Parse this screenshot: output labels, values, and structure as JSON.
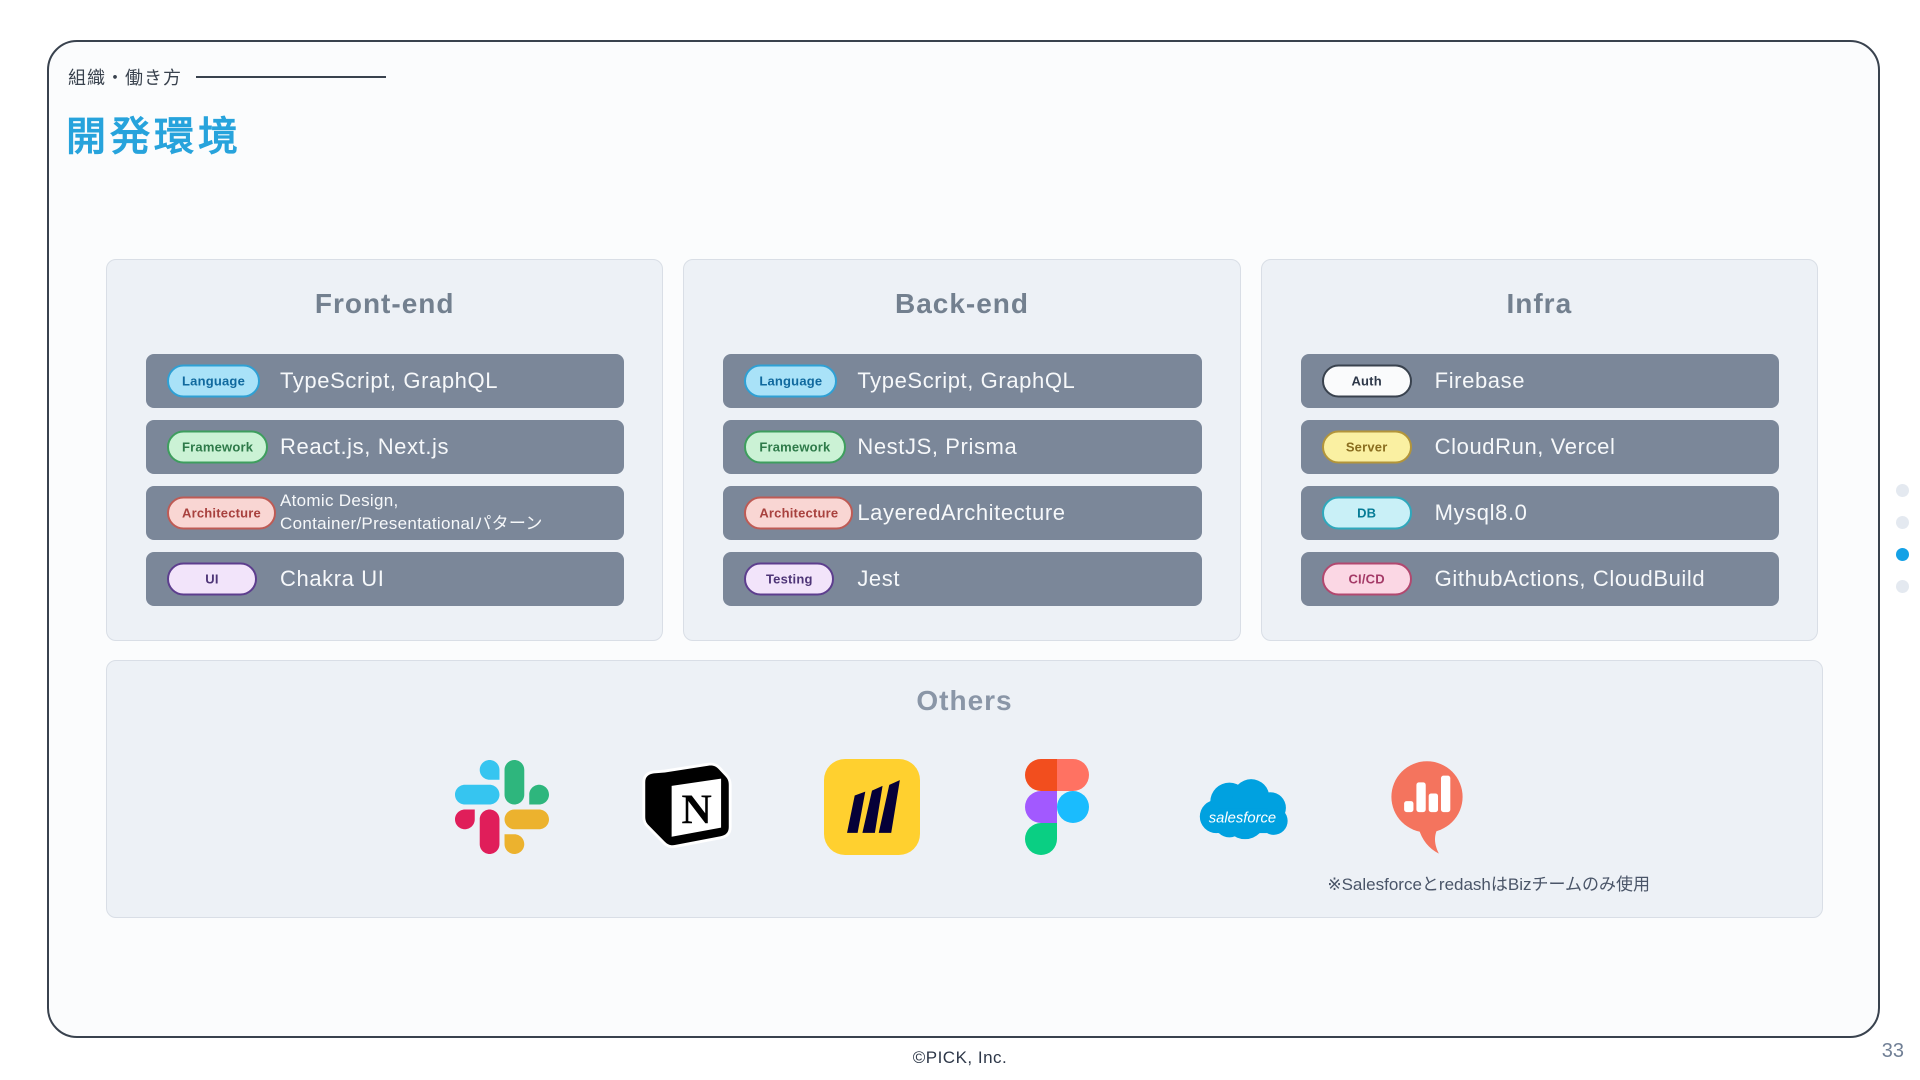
{
  "header": {
    "eyebrow": "組織・働き方",
    "title": "開発環境",
    "title_color": "#27A3DC"
  },
  "cards": [
    {
      "title": "Front-end",
      "rows": [
        {
          "badge": "Language",
          "type": "language",
          "lines": [
            "TypeScript, GraphQL"
          ]
        },
        {
          "badge": "Framework",
          "type": "framework",
          "lines": [
            "React.js, Next.js"
          ]
        },
        {
          "badge": "Architecture",
          "type": "architecture",
          "lines": [
            "Atomic Design,",
            "Container/Presentationalパターン"
          ]
        },
        {
          "badge": "UI",
          "type": "ui",
          "lines": [
            "Chakra UI"
          ]
        }
      ]
    },
    {
      "title": "Back-end",
      "rows": [
        {
          "badge": "Language",
          "type": "language",
          "lines": [
            "TypeScript, GraphQL"
          ]
        },
        {
          "badge": "Framework",
          "type": "framework",
          "lines": [
            "NestJS, Prisma"
          ]
        },
        {
          "badge": "Architecture",
          "type": "architecture",
          "lines": [
            "LayeredArchitecture"
          ]
        },
        {
          "badge": "Testing",
          "type": "testing",
          "lines": [
            "Jest"
          ]
        }
      ]
    },
    {
      "title": "Infra",
      "rows": [
        {
          "badge": "Auth",
          "type": "auth",
          "lines": [
            "Firebase"
          ]
        },
        {
          "badge": "Server",
          "type": "server",
          "lines": [
            "CloudRun, Vercel"
          ]
        },
        {
          "badge": "DB",
          "type": "db",
          "lines": [
            "Mysql8.0"
          ]
        },
        {
          "badge": "CI/CD",
          "type": "cicd",
          "lines": [
            "GithubActions, CloudBuild"
          ]
        }
      ]
    }
  ],
  "badge_styles": {
    "language": {
      "bg": "#A9E2F8",
      "border": "#2FA0D4",
      "text": "#10699E"
    },
    "framework": {
      "bg": "#CBF2D5",
      "border": "#3E9E5E",
      "text": "#2E7A49"
    },
    "architecture": {
      "bg": "#F9D6D3",
      "border": "#BE5B55",
      "text": "#A8413E"
    },
    "ui": {
      "bg": "#F2E4FA",
      "border": "#5D3E8E",
      "text": "#4E3577"
    },
    "testing": {
      "bg": "#F2E4FA",
      "border": "#5D3E8E",
      "text": "#4E3577"
    },
    "auth": {
      "bg": "#FAFBFC",
      "border": "#39424E",
      "text": "#2D3748"
    },
    "server": {
      "bg": "#FAF0A2",
      "border": "#B3953A",
      "text": "#8A6D1E"
    },
    "db": {
      "bg": "#C9F0F7",
      "border": "#2FA8BC",
      "text": "#067C96"
    },
    "cicd": {
      "bg": "#FBD7E4",
      "border": "#B2486F",
      "text": "#A43A67"
    }
  },
  "others": {
    "title": "Others",
    "note": "※SalesforceとredashはBizチームのみ使用",
    "logos": [
      {
        "name": "slack",
        "colors": {
          "blue": "#36C5F0",
          "green": "#2EB67D",
          "red": "#E01E5A",
          "yellow": "#ECB22E"
        }
      },
      {
        "name": "notion",
        "colors": {
          "ink": "#000000",
          "face": "#FFFFFF"
        }
      },
      {
        "name": "miro",
        "colors": {
          "bg": "#FFD02F",
          "mark": "#050038"
        }
      },
      {
        "name": "figma",
        "colors": {
          "red": "#F24E1E",
          "salmon": "#FF7262",
          "purple": "#A259FF",
          "blue": "#1ABCFE",
          "green": "#0ACF83"
        }
      },
      {
        "name": "salesforce",
        "colors": {
          "cloud": "#00A1E0",
          "text": "#FFFFFF"
        },
        "wordmark": "salesforce"
      },
      {
        "name": "redash",
        "colors": {
          "bubble": "#F4745E",
          "bars": "#FFFFFF"
        }
      }
    ]
  },
  "pagination": {
    "total": 4,
    "active_index": 2,
    "active_color": "#14A1E6",
    "inactive_color": "#E4E9F0"
  },
  "footer": {
    "copyright": "©PICK, Inc.",
    "page_number": "33"
  }
}
